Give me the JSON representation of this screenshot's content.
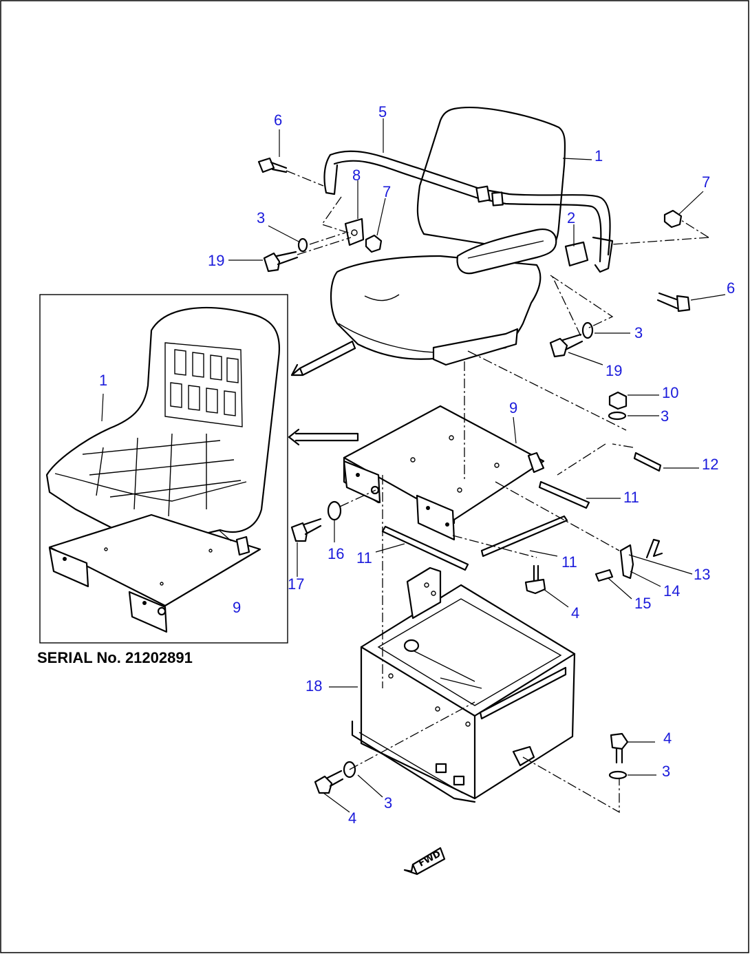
{
  "serial_label": "SERIAL No. 21202891",
  "fwd_label": "FWD",
  "callouts": {
    "c1_main": "1",
    "c1_inset": "1",
    "c2": "2",
    "c3_a": "3",
    "c3_b": "3",
    "c3_c": "3",
    "c3_d": "3",
    "c3_e": "3",
    "c4_a": "4",
    "c4_b": "4",
    "c4_c": "4",
    "c5": "5",
    "c6_a": "6",
    "c6_b": "6",
    "c7_a": "7",
    "c7_b": "7",
    "c8": "8",
    "c9_main": "9",
    "c9_inset": "9",
    "c10": "10",
    "c11_a": "11",
    "c11_b": "11",
    "c11_c": "11",
    "c12": "12",
    "c13": "13",
    "c14": "14",
    "c15": "15",
    "c16": "16",
    "c17": "17",
    "c18": "18",
    "c19_a": "19",
    "c19_b": "19"
  }
}
